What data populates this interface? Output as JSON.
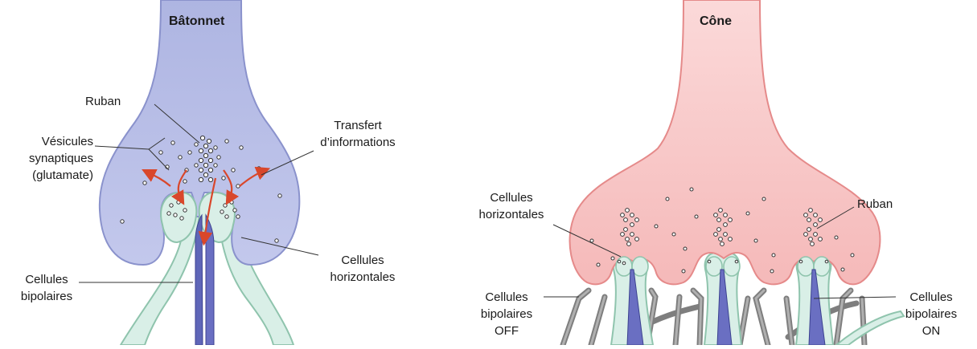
{
  "rod": {
    "title": "Bâtonnet",
    "labels": {
      "ribbon": "Ruban",
      "vesicles_1": "Vésicules",
      "vesicles_2": "synaptiques",
      "vesicles_3": "(glutamate)",
      "transfer_1": "Transfert",
      "transfer_2": "d’informations",
      "horizontal_1": "Cellules",
      "horizontal_2": "horizontales",
      "bipolar_1": "Cellules",
      "bipolar_2": "bipolaires"
    }
  },
  "cone": {
    "title": "Cône",
    "labels": {
      "ribbon": "Ruban",
      "horizontal_1": "Cellules",
      "horizontal_2": "horizontales",
      "off_1": "Cellules",
      "off_2": "bipolaires",
      "off_3": "OFF",
      "on_1": "Cellules",
      "on_2": "bipolaires",
      "on_3": "ON"
    }
  },
  "colors": {
    "rod_fill": "#b9bfe6",
    "rod_edge": "#8a92cc",
    "cone_fill": "#f7c4c4",
    "cone_edge": "#e58a8a",
    "horizontal_fill": "#d9efe7",
    "horizontal_edge": "#8fc4ad",
    "bipolar_fill": "#6a6fc2",
    "off_fill": "#8a8a8a",
    "arrow": "#d9472b"
  }
}
